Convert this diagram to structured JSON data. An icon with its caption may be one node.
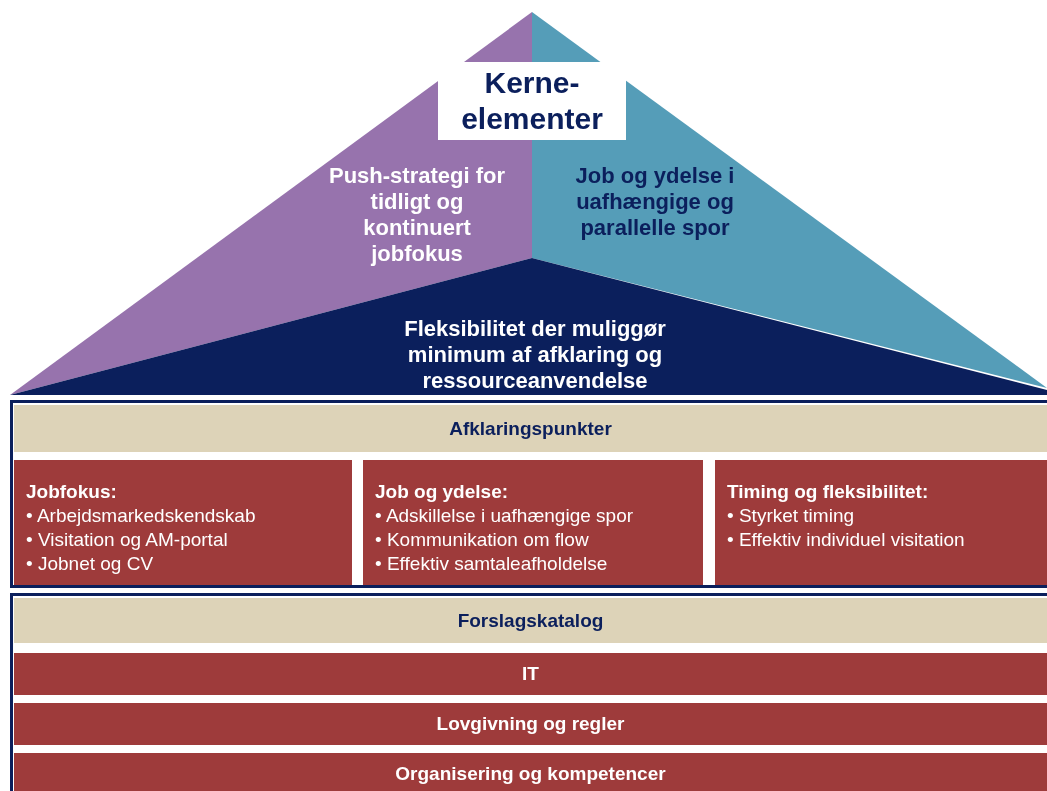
{
  "diagram": {
    "nodes": [
      {
        "text": [
          "Kerne-elementer"
        ]
      },
      {
        "text": [
          "Push-strategi for tidligt og kontinuert jobfokus"
        ]
      },
      {
        "text": [
          "Job og ydelse i uafhængige og parallelle spor"
        ]
      },
      {
        "text": [
          "Fleksibilitet der muliggør minimum af afklaring og ressourceanvendelse"
        ]
      },
      {
        "text": [],
        "shape": "box"
      },
      {
        "text": [
          "Afklaringspunkter"
        ],
        "in": 4
      },
      {
        "text": [
          "Jobfokus:",
          "• Arbejdsmarkedskendskab",
          "• Visitation og AM-portal",
          "• Jobnet og CV"
        ],
        "in": 4
      },
      {
        "text": [
          "Job og ydelse:",
          "• Adskillelse i uafhængige spor",
          "• Kommunikation om flow",
          "• Effektiv samtaleafholdelse"
        ],
        "in": 4
      },
      {
        "text": [
          "Timing og fleksibilitet:",
          "• Styrket timing",
          "• Effektiv individuel visitation"
        ],
        "in": 4
      },
      {
        "text": [],
        "shape": "box"
      },
      {
        "text": [
          "Forslagskatalog"
        ],
        "in": 9
      },
      {
        "text": [
          "IT"
        ],
        "in": 9
      },
      {
        "text": [
          "Lovgivning og regler"
        ],
        "in": 9
      },
      {
        "text": [
          "Organisering og kompetencer"
        ],
        "in": 9
      }
    ],
    "edges": []
  }
}
